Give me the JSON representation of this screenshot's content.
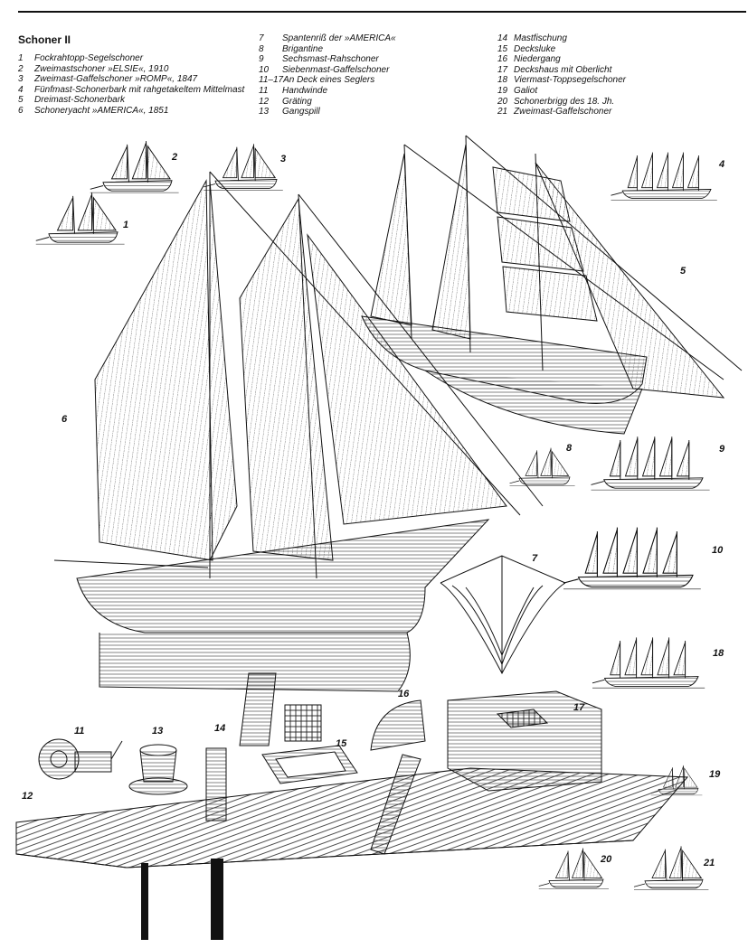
{
  "title": "Schoner II",
  "legend": {
    "col1": [
      {
        "n": "1",
        "t": "Fockrahtopp-Segelschoner"
      },
      {
        "n": "2",
        "t": "Zweimastschoner »ELSIE«, 1910"
      },
      {
        "n": "3",
        "t": "Zweimast-Gaffelschoner »ROMP«, 1847"
      },
      {
        "n": "4",
        "t": "Fünfmast-Schonerbark mit rahgetakeltem Mittelmast"
      },
      {
        "n": "5",
        "t": "Dreimast-Schonerbark"
      },
      {
        "n": "6",
        "t": "Schoneryacht »AMERICA«, 1851"
      }
    ],
    "col2": [
      {
        "n": "7",
        "t": "Spantenriß der »AMERICA«"
      },
      {
        "n": "8",
        "t": "Brigantine"
      },
      {
        "n": "9",
        "t": "Sechsmast-Rahschoner"
      },
      {
        "n": "10",
        "t": "Siebenmast-Gaffelschoner"
      },
      {
        "n": "11–17",
        "t": "An Deck eines Seglers"
      },
      {
        "n": "11",
        "t": "Handwinde"
      },
      {
        "n": "12",
        "t": "Gräting"
      },
      {
        "n": "13",
        "t": "Gangspill"
      }
    ],
    "col3": [
      {
        "n": "14",
        "t": "Mastfischung"
      },
      {
        "n": "15",
        "t": "Decksluke"
      },
      {
        "n": "16",
        "t": "Niedergang"
      },
      {
        "n": "17",
        "t": "Deckshaus mit Oberlicht"
      },
      {
        "n": "18",
        "t": "Viermast-Toppsegelschoner"
      },
      {
        "n": "19",
        "t": "Galiot"
      },
      {
        "n": "20",
        "t": "Schonerbrigg des 18. Jh."
      },
      {
        "n": "21",
        "t": "Zweimast-Gaffelschoner"
      }
    ]
  },
  "figure_labels": {
    "n1": "1",
    "n2": "2",
    "n3": "3",
    "n4": "4",
    "n5": "5",
    "n6": "6",
    "n7": "7",
    "n8": "8",
    "n9": "9",
    "n10": "10",
    "n11": "11",
    "n12": "12",
    "n13": "13",
    "n14": "14",
    "n15": "15",
    "n16": "16",
    "n17": "17",
    "n18": "18",
    "n19": "19",
    "n20": "20",
    "n21": "21"
  },
  "colors": {
    "ink": "#111111",
    "paper": "#ffffff"
  }
}
